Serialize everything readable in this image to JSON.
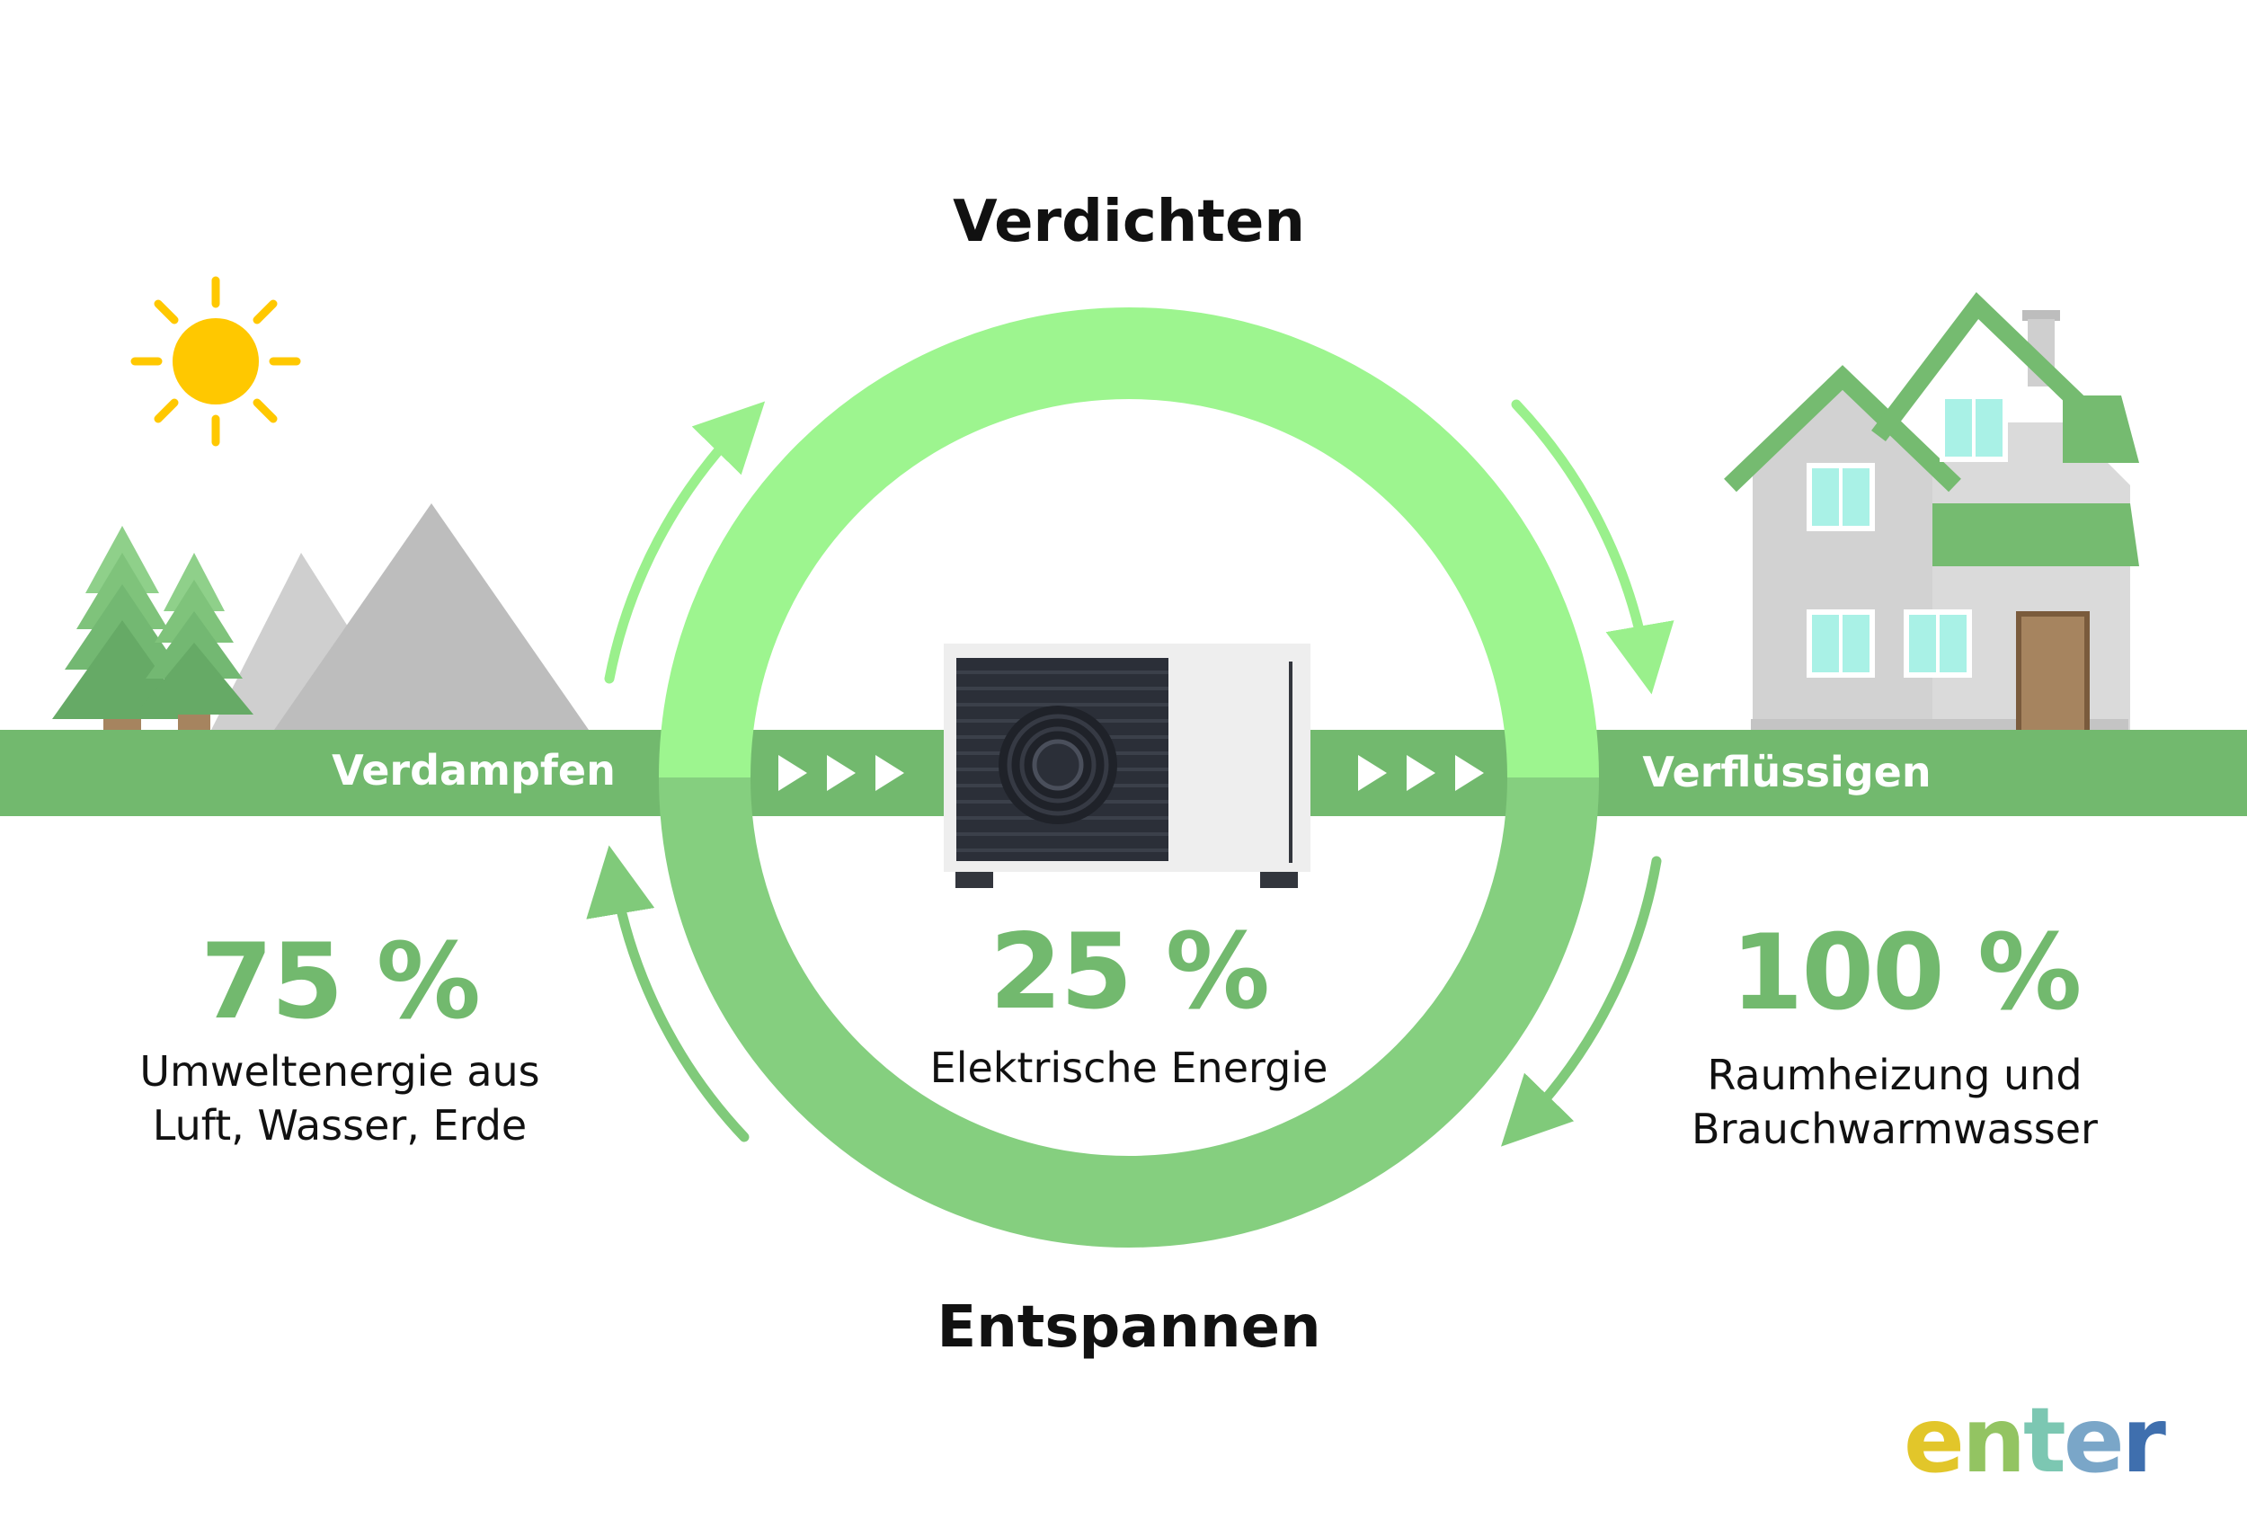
{
  "titles": {
    "top": "Verdichten",
    "bottom": "Entspannen"
  },
  "band_labels": {
    "left": "Verdampfen",
    "right": "Verflüssigen"
  },
  "stats": {
    "left": {
      "value": "75 %",
      "text": "Umweltenergie aus\nLuft, Wasser, Erde"
    },
    "center": {
      "value": "25 %",
      "text": "Elektrische Energie"
    },
    "right": {
      "value": "100 %",
      "text": "Raumheizung und\nBrauchwarmwasser"
    }
  },
  "logo": {
    "letters": [
      "e",
      "n",
      "t",
      "e",
      "r"
    ],
    "colors": [
      "#e2c62a",
      "#93c462",
      "#7cc7b2",
      "#7aa6c8",
      "#3f6fae"
    ]
  },
  "colors": {
    "ring_top": "#9df58f",
    "ring_bottom": "#85cf7f",
    "band": "#72b96e",
    "arrow_light": "#9af08c",
    "arrow_dark": "#80ca7a",
    "sun": "#ffc800",
    "roof": "#75bb70",
    "house_wall": "#d2d2d2",
    "window": "#a9f1e6",
    "door": "#a6845f",
    "mountain_light": "#cfcfcf",
    "mountain_dark": "#bdbdbd",
    "tree": "#6aaf6a",
    "trunk": "#a6845f",
    "unit_grille": "#2b2f38",
    "unit_body": "#ededed"
  },
  "icons": [
    "sun-icon",
    "tree-icon",
    "mountain-icon",
    "house-icon",
    "heat-pump-unit-icon",
    "play-arrow-icon",
    "cycle-arrow-icon"
  ]
}
